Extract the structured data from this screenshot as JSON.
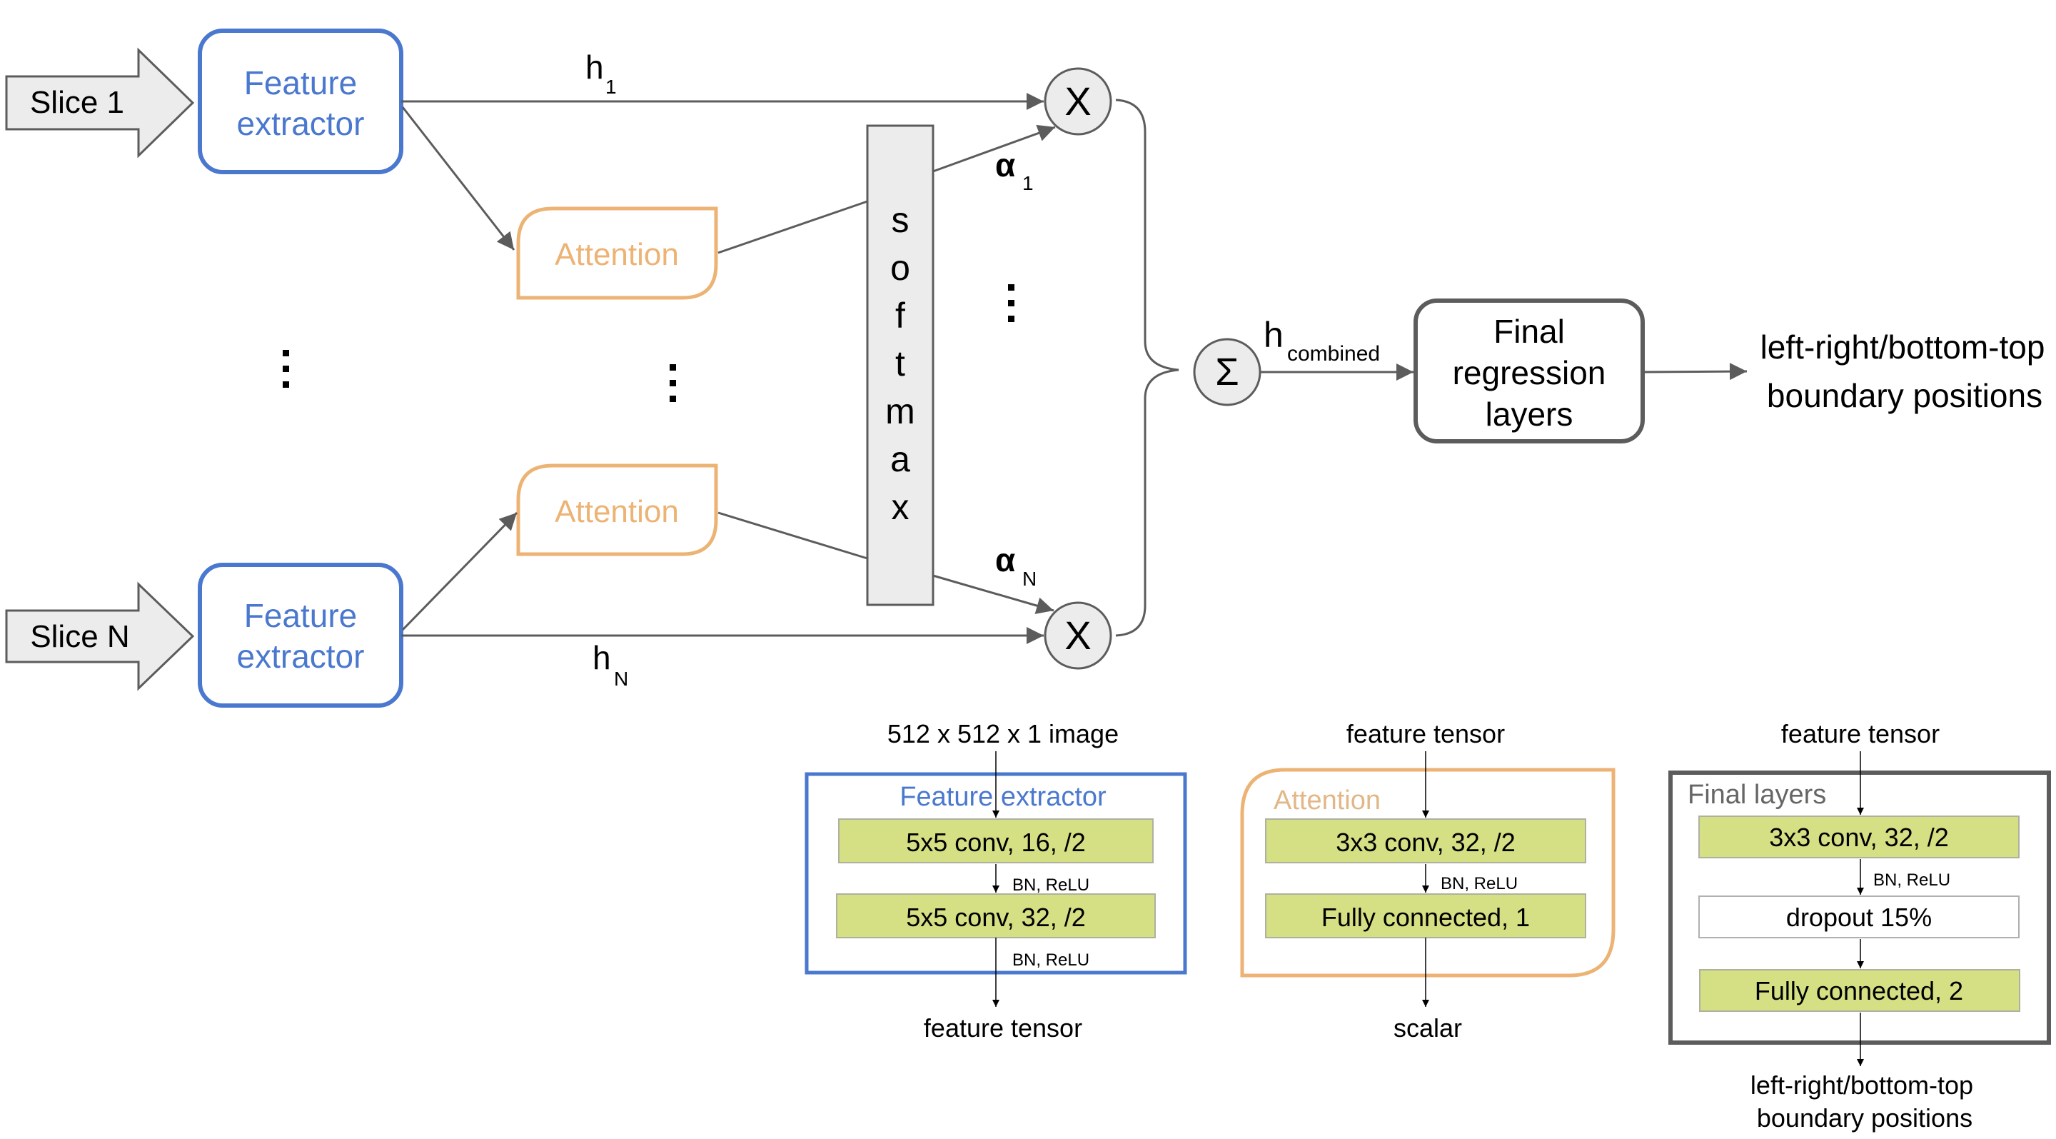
{
  "colors": {
    "feature_blue": "#4a78cf",
    "attention_orange": "#ecb374",
    "gray_stroke": "#5c5c5c",
    "node_fill": "#ececec",
    "layer_green": "#d5df83",
    "text_black": "#000000",
    "final_title_gray": "#666666"
  },
  "top_diagram": {
    "slices": [
      {
        "label": "Slice 1"
      },
      {
        "label": "Slice N"
      }
    ],
    "feature_extractor_label_line1": "Feature",
    "feature_extractor_label_line2": "extractor",
    "attention_label": "Attention",
    "softmax_letters": [
      "s",
      "o",
      "f",
      "t",
      "m",
      "a",
      "x"
    ],
    "h1": {
      "base": "h",
      "sub": "1"
    },
    "hN": {
      "base": "h",
      "sub": "N"
    },
    "alpha1": {
      "base": "α",
      "sub": "1"
    },
    "alphaN": {
      "base": "α",
      "sub": "N"
    },
    "multiply_symbol": "X",
    "sum_symbol": "Σ",
    "ellipsis": "⋮",
    "h_combined": {
      "base": "h",
      "sub": "combined"
    },
    "final_box": [
      "Final",
      "regression",
      "layers"
    ],
    "output": [
      "left-right/bottom-top",
      "boundary positions"
    ]
  },
  "detail_panels": {
    "feature_extractor": {
      "input": "512 x 512 x 1 image",
      "title": "Feature extractor",
      "layers": [
        "5x5 conv, 16, /2",
        "5x5 conv, 32, /2"
      ],
      "activations": [
        "BN, ReLU",
        "BN, ReLU"
      ],
      "output": "feature tensor"
    },
    "attention": {
      "input": "feature tensor",
      "title": "Attention",
      "layers": [
        "3x3 conv, 32, /2",
        "Fully connected, 1"
      ],
      "activations": [
        "BN, ReLU"
      ],
      "output": "scalar"
    },
    "final_layers": {
      "input": "feature tensor",
      "title": "Final layers",
      "layers": [
        "3x3 conv, 32, /2",
        "dropout 15%",
        "Fully connected, 2"
      ],
      "activations": [
        "BN, ReLU"
      ],
      "output": [
        "left-right/bottom-top",
        "boundary positions"
      ]
    }
  }
}
